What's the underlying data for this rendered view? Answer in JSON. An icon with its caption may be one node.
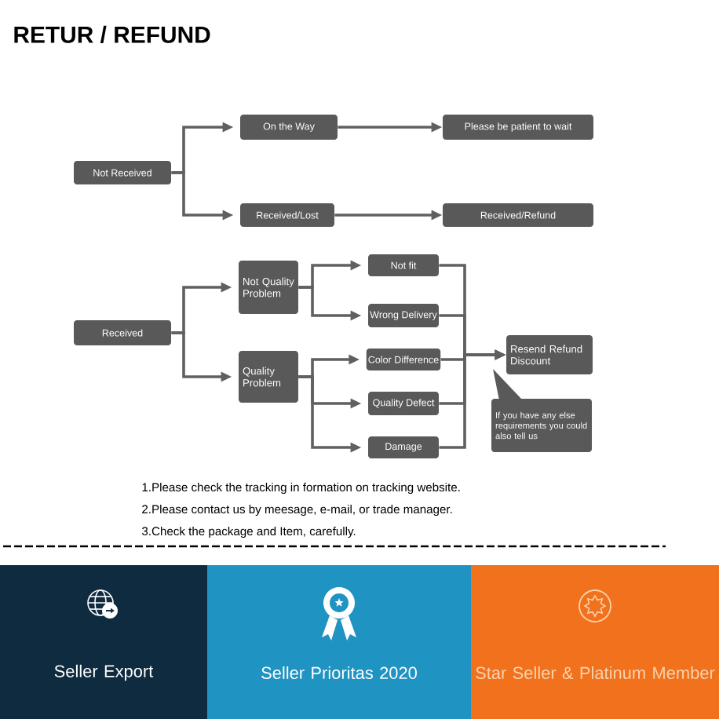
{
  "diagram": {
    "title": "RETUR / REFUND",
    "nodes": [
      {
        "text": [
          "Not Received"
        ]
      },
      {
        "text": [
          "On the Way"
        ]
      },
      {
        "text": [
          "Please be patient to wait"
        ]
      },
      {
        "text": [
          "Received/Lost"
        ]
      },
      {
        "text": [
          "Received/Refund"
        ]
      },
      {
        "text": [
          "Received"
        ]
      },
      {
        "text": [
          "Not Quality Problem"
        ]
      },
      {
        "text": [
          "Quality Problem"
        ]
      },
      {
        "text": [
          "Not fit"
        ]
      },
      {
        "text": [
          "Wrong Delivery"
        ]
      },
      {
        "text": [
          "Color Difference"
        ]
      },
      {
        "text": [
          "Quality Defect"
        ]
      },
      {
        "text": [
          "Damage"
        ]
      },
      {
        "text": [
          "Resend Refund Discount"
        ]
      },
      {
        "text": [
          "If you have any else requirements you could also tell us"
        ]
      },
      {
        "text": [
          "Seller Export"
        ]
      },
      {
        "text": [
          "Seller Prioritas 2020"
        ]
      },
      {
        "text": [
          "Star Seller & Platinum Member"
        ]
      }
    ],
    "edges": [
      {
        "from": 0,
        "to": 1,
        "arrow": "to"
      },
      {
        "from": 0,
        "to": 3,
        "arrow": "to"
      },
      {
        "from": 1,
        "to": 2,
        "arrow": "to"
      },
      {
        "from": 3,
        "to": 4,
        "arrow": "to"
      },
      {
        "from": 5,
        "to": 6,
        "arrow": "to"
      },
      {
        "from": 5,
        "to": 7,
        "arrow": "to"
      },
      {
        "from": 6,
        "to": 8,
        "arrow": "to"
      },
      {
        "from": 6,
        "to": 9,
        "arrow": "to"
      },
      {
        "from": 7,
        "to": 10,
        "arrow": "to"
      },
      {
        "from": 7,
        "to": 11,
        "arrow": "to"
      },
      {
        "from": 7,
        "to": 12,
        "arrow": "to"
      },
      {
        "from": 8,
        "to": 13,
        "arrow": "to"
      },
      {
        "from": 9,
        "to": 13,
        "arrow": "to"
      },
      {
        "from": 10,
        "to": 13,
        "arrow": "to"
      },
      {
        "from": 11,
        "to": 13,
        "arrow": "to"
      },
      {
        "from": 12,
        "to": 13,
        "arrow": "to"
      }
    ],
    "labels": [
      "1.Please check the tracking in formation on tracking website.",
      "2.Please contact us by meesage, e-mail, or trade manager.",
      "3.Check the package and Item, carefully."
    ]
  }
}
